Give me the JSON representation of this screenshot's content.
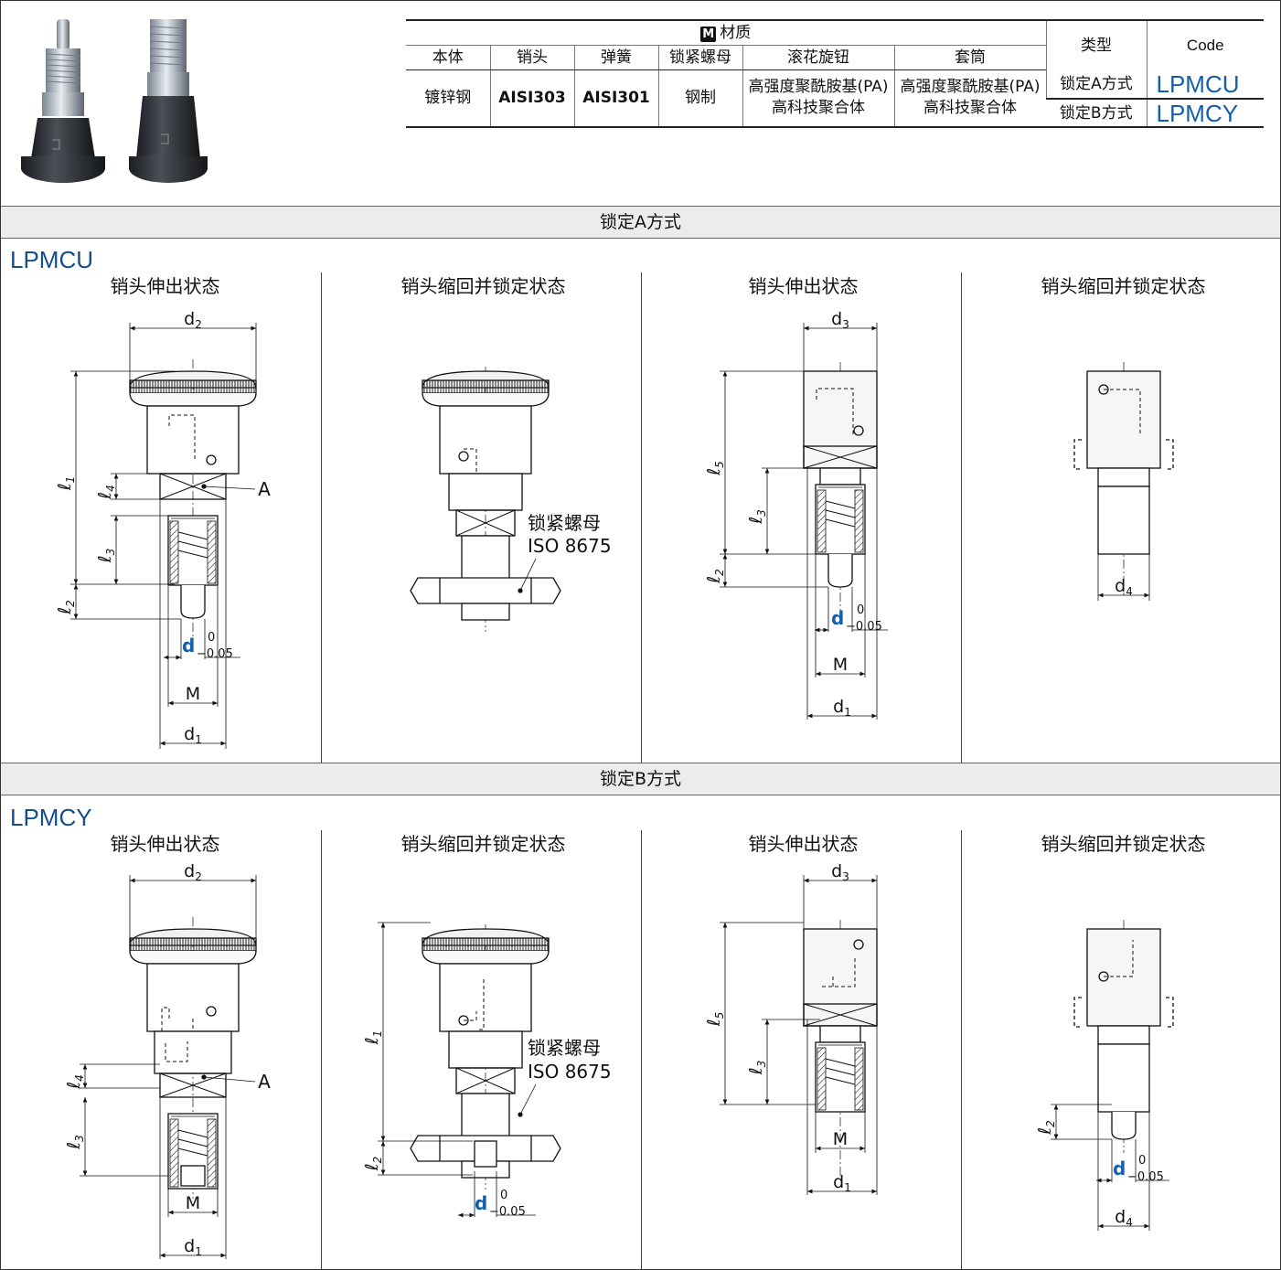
{
  "table": {
    "material_header": "材质",
    "material_icon": "M",
    "type_header": "类型",
    "code_header": "Code",
    "columns": [
      "本体",
      "销头",
      "弹簧",
      "锁紧螺母",
      "滚花旋钮",
      "套筒"
    ],
    "values": [
      "镀锌钢",
      "AISI303",
      "AISI301",
      "钢制",
      "高强度聚酰胺基(PA)高科技聚合体",
      "高强度聚酰胺基(PA)高科技聚合体"
    ],
    "types": [
      {
        "label": "锁定A方式",
        "code": "LPMCU"
      },
      {
        "label": "锁定B方式",
        "code": "LPMCY"
      }
    ]
  },
  "sections": [
    {
      "band": "锁定A方式",
      "series": "LPMCU"
    },
    {
      "band": "锁定B方式",
      "series": "LPMCY"
    }
  ],
  "panel_titles": [
    "销头伸出状态",
    "销头缩回并锁定状态",
    "销头伸出状态",
    "销头缩回并锁定状态"
  ],
  "labels": {
    "d1": "d",
    "d1_sub": "1",
    "d2": "d",
    "d2_sub": "2",
    "d3": "d",
    "d3_sub": "3",
    "d4": "d",
    "d4_sub": "4",
    "l": "ℓ",
    "l1_sub": "1",
    "l2_sub": "2",
    "l3_sub": "3",
    "l4_sub": "4",
    "l5_sub": "5",
    "M": "M",
    "A": "A",
    "d": "d",
    "tol_upper": "0",
    "tol_lower": "−0.05",
    "nut_name": "锁紧螺母",
    "nut_std": "ISO 8675"
  },
  "colors": {
    "accent": "#1560a8",
    "band": "#ececec"
  }
}
